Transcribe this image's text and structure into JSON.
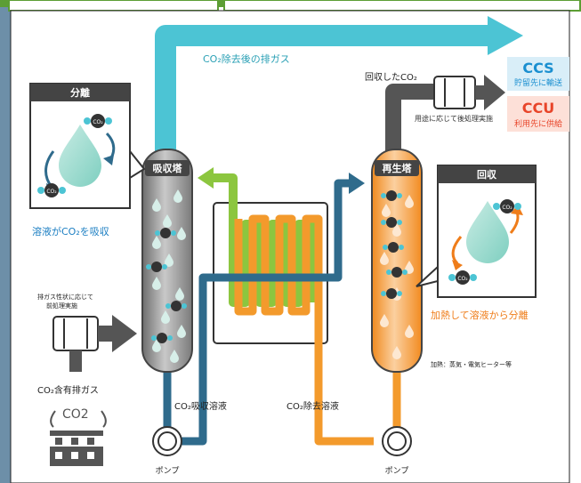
{
  "labels": {
    "exhaust_after_removal": "CO₂除去後の排ガス",
    "recovered_co2": "回収したCO₂",
    "post_treatment": "用途に応じて後処理実施",
    "ccs_title": "CCS",
    "ccs_sub": "貯留先に輸送",
    "ccu_title": "CCU",
    "ccu_sub": "利用先に供給",
    "separation_title": "分離",
    "absorber_title": "吸収塔",
    "regenerator_title": "再生塔",
    "recovery_title": "回収",
    "absorb_caption": "溶液がCO₂を吸収",
    "heat_caption": "加熱して溶液から分離",
    "pretreat_note_1": "排ガス性状に応じて",
    "pretreat_note_2": "前処理実施",
    "co2_gas_label": "CO₂含有排ガス",
    "factory_co2": "CO2",
    "absorb_solution": "CO₂吸収溶液",
    "stripped_solution": "CO₂除去溶液",
    "heating_note": "加熱：蒸気・電気ヒーター等",
    "pump_left": "ポンプ",
    "pump_right": "ポンプ",
    "co2_mol": "CO₂"
  },
  "colors": {
    "cyan": "#4cc4d4",
    "dark_gray": "#555555",
    "blue_pipe": "#2f6b8c",
    "orange": "#f39a2c",
    "green": "#8cc63f",
    "ccs_bg": "#d9eef8",
    "ccs_text": "#1a8fd0",
    "ccu_bg": "#fde0d8",
    "ccu_text": "#e8452a",
    "caption_blue": "#1b7ec2",
    "caption_orange": "#ef7d1a"
  }
}
